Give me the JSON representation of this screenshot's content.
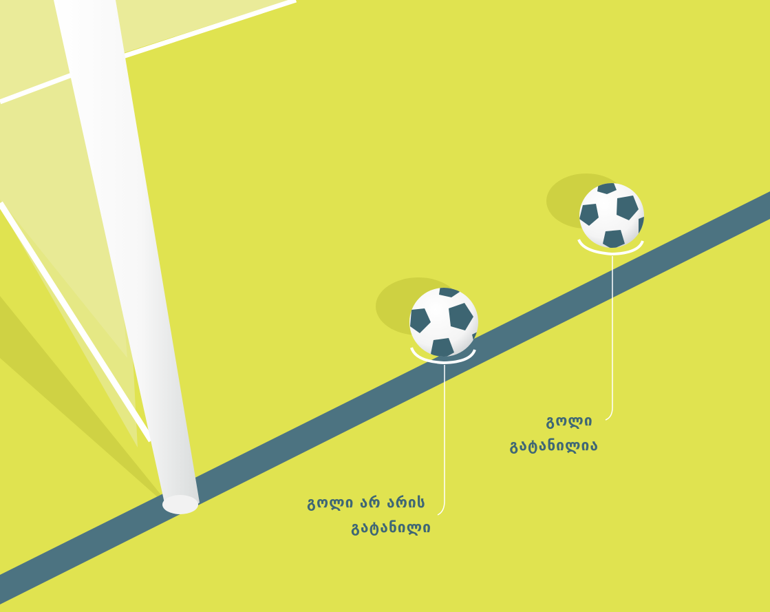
{
  "colors": {
    "pitch": "#e0e350",
    "goal_line": "#4c7381",
    "text": "#3f6775",
    "post": "#ffffff",
    "net_shade": "#ebeca6",
    "ball_patch": "#3d6572",
    "leader_line": "#ffffff"
  },
  "labels": {
    "not_goal": {
      "line1": "გოლი არ არის",
      "line2": "გატანილი"
    },
    "goal": {
      "line1": "გოლი",
      "line2": "გატანილია"
    }
  },
  "icons": {
    "ball_not_goal": "soccer-ball-icon",
    "ball_goal": "soccer-ball-icon"
  }
}
